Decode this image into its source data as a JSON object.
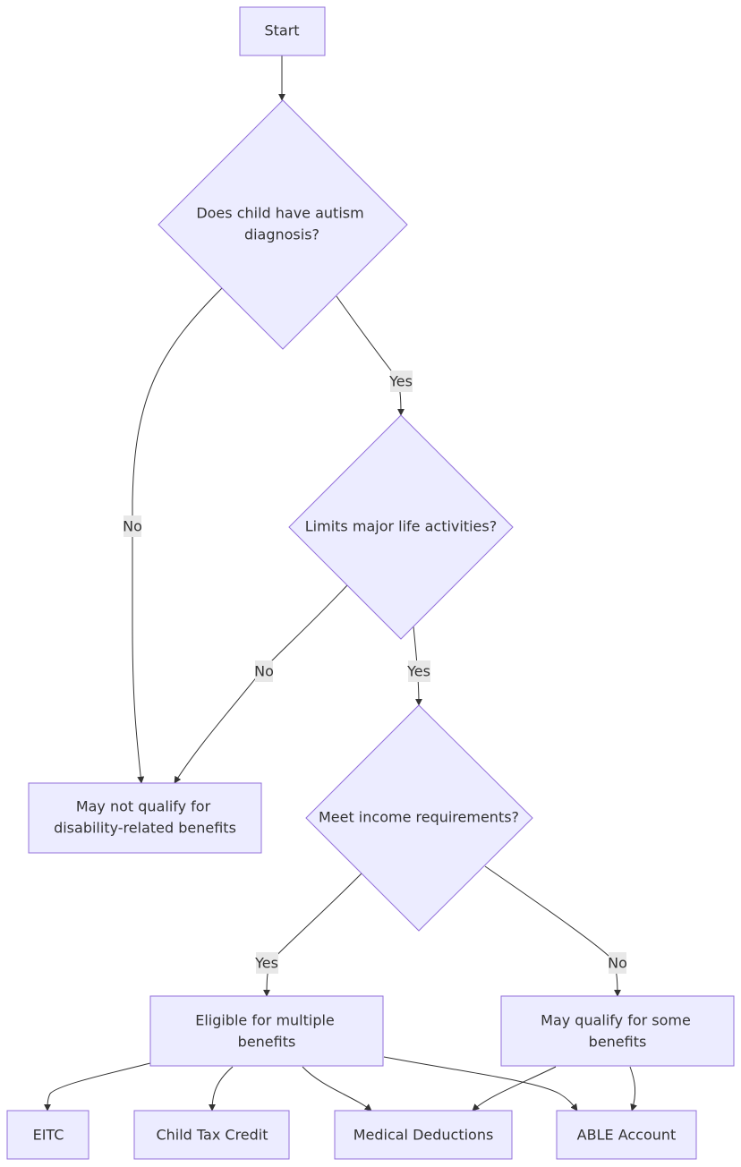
{
  "nodes": {
    "start": "Start",
    "autism_q": [
      "Does child have autism",
      "diagnosis?"
    ],
    "limits_q": "Limits major life activities?",
    "income_q": "Meet income requirements?",
    "not_qualify": [
      "May not qualify for",
      "disability-related benefits"
    ],
    "eligible_multiple": [
      "Eligible for multiple",
      "benefits"
    ],
    "qualify_some": [
      "May qualify for some",
      "benefits"
    ],
    "eitc": "EITC",
    "child_tax_credit": "Child Tax Credit",
    "medical_deductions": "Medical Deductions",
    "able_account": "ABLE Account"
  },
  "edge_labels": {
    "autism_yes": "Yes",
    "autism_no": "No",
    "limits_no": "No",
    "limits_yes": "Yes",
    "income_yes": "Yes",
    "income_no": "No"
  },
  "colors": {
    "node_fill": "#ECECFF",
    "node_stroke": "#9370DB",
    "edge": "#333333",
    "label_bg": "#e8e8e8"
  }
}
